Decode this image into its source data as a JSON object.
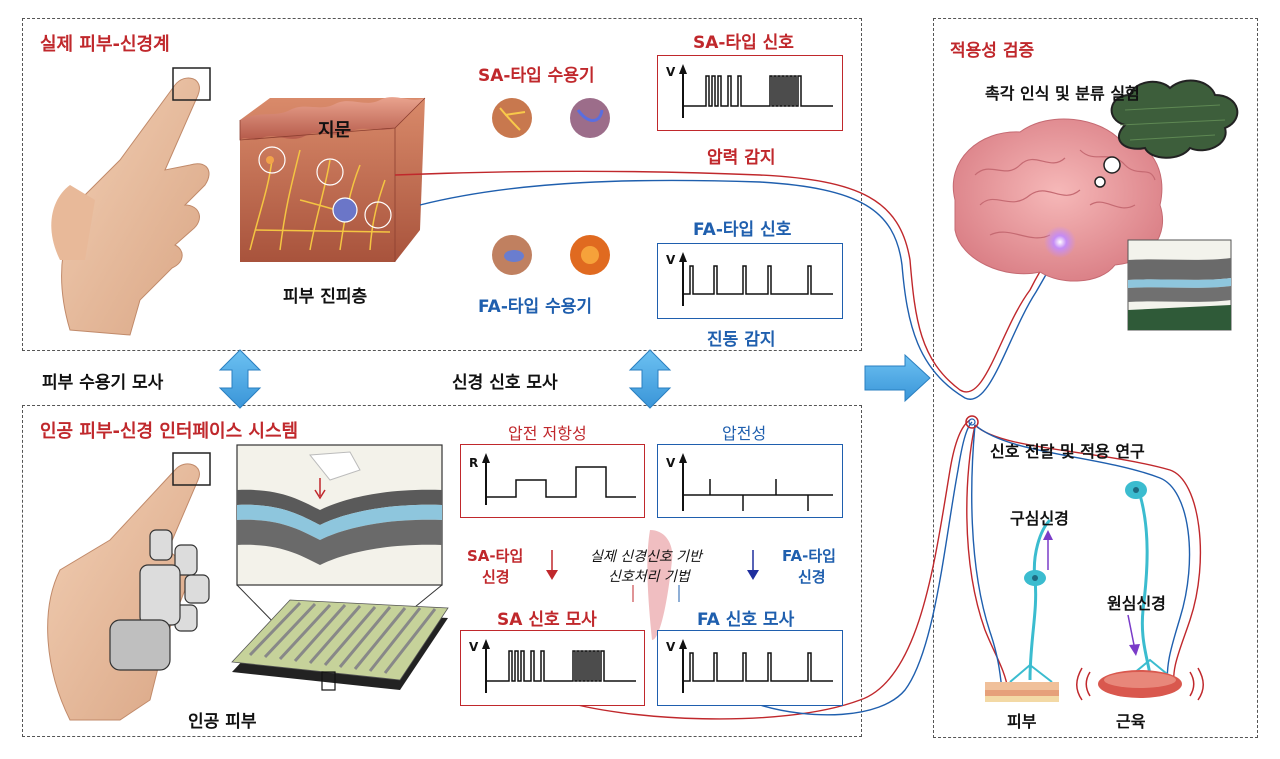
{
  "panels": {
    "real_skin": {
      "title": "실제 피부-신경계"
    },
    "artificial": {
      "title": "인공 피부-신경 인터페이스 시스템"
    },
    "validation": {
      "title": "적용성 검증"
    }
  },
  "real": {
    "fingerprint": "지문",
    "dermis": "피부 진피층",
    "sa_receptor": "SA-타입 수용기",
    "fa_receptor": "FA-타입 수용기",
    "sa_signal": "SA-타입 신호",
    "fa_signal": "FA-타입 신호",
    "pressure": "압력 감지",
    "vibration": "진동 감지",
    "axis_v": "V"
  },
  "middle": {
    "receptor_mimic": "피부 수용기 모사",
    "neural_mimic": "신경 신호 모사"
  },
  "artificial_labels": {
    "piezoresistive": "압전 저항성",
    "piezoelectric": "압전성",
    "axis_r": "R",
    "axis_v": "V",
    "sa_type_line1": "SA-타입",
    "sa_type_line2": "신경",
    "fa_type_line1": "FA-타입",
    "fa_type_line2": "신경",
    "processing_line1": "실제 신경신호 기반",
    "processing_line2": "신호처리 기법",
    "sa_mimic": "SA 신호 모사",
    "fa_mimic": "FA 신호 모사",
    "artificial_skin": "인공 피부"
  },
  "validation_labels": {
    "tactile": "촉각 인식 및 분류 실험",
    "transmission": "신호 전달 및 적용 연구",
    "afferent": "구심신경",
    "efferent": "원심신경",
    "skin": "피부",
    "muscle": "근육"
  },
  "colors": {
    "red": "#c0282c",
    "blue": "#1f5fae",
    "arrow": "#4aa8e6"
  }
}
